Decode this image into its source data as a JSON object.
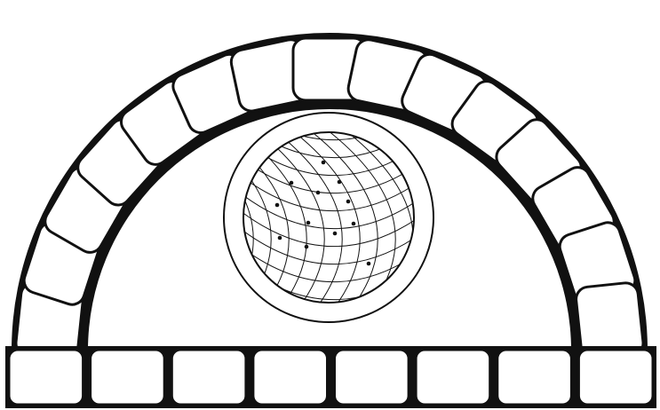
{
  "drawing": {
    "stroke_color": "#111111",
    "fill_color": "#ffffff",
    "arch_block_count": 15,
    "floor_block_count": 8,
    "pizza_topping_count": 12
  }
}
